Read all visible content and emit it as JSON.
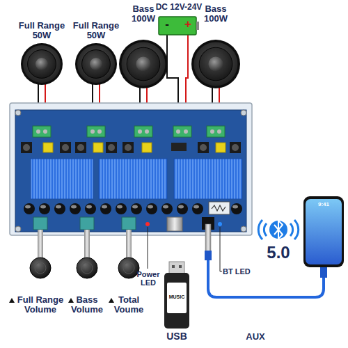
{
  "diagram": {
    "nodes": [
      {
        "text": [
          "Full Range 50W"
        ]
      },
      {
        "text": [
          "Full Range 50W"
        ]
      },
      {
        "text": [
          "Bass 100W"
        ]
      },
      {
        "text": [
          "DC 12V-24V",
          "-",
          "+"
        ]
      },
      {
        "text": [
          "Bass 100W"
        ]
      },
      {
        "text": [
          "Full Range Volume"
        ]
      },
      {
        "text": [
          "Bass Volume"
        ]
      },
      {
        "text": [
          "Total Voume"
        ]
      },
      {
        "text": [
          "MUSIC",
          "USB"
        ]
      },
      {
        "text": [
          "9:41"
        ]
      }
    ],
    "labels": [
      "Power LED",
      "BT LED",
      "5.0",
      "AUX"
    ]
  }
}
